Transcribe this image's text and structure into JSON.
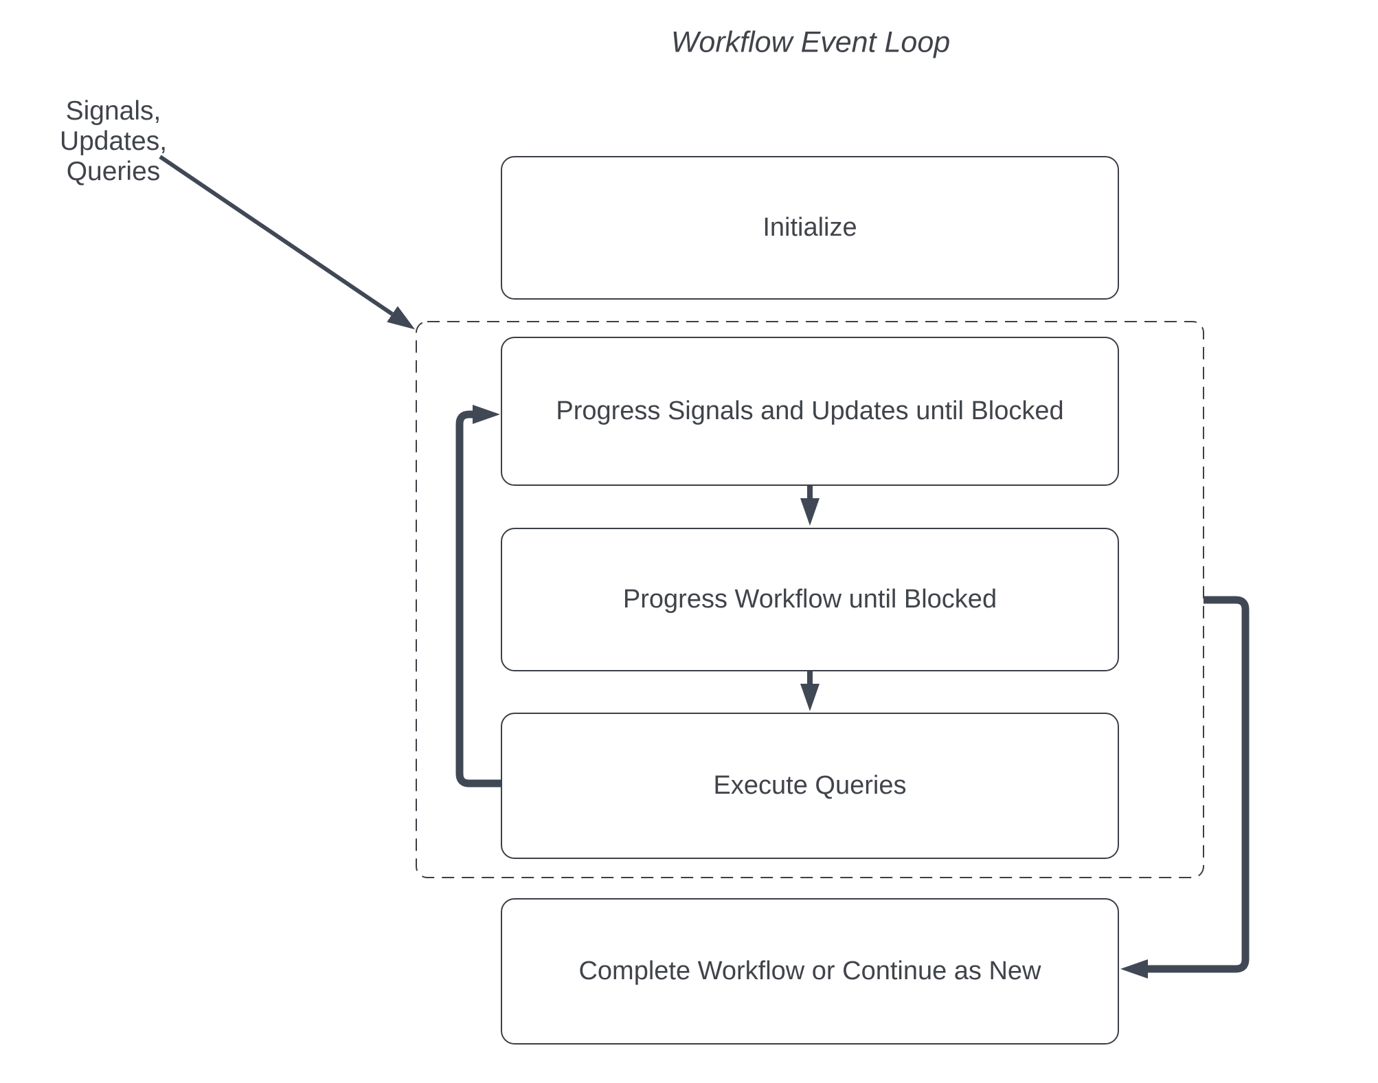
{
  "diagram": {
    "title": "Workflow Event Loop",
    "external_input_label": {
      "line1": "Signals, Updates,",
      "line2": "Queries"
    },
    "nodes": {
      "initialize": "Initialize",
      "progress_signals": "Progress Signals and Updates until Blocked",
      "progress_workflow": "Progress Workflow until Blocked",
      "execute_queries": "Execute Queries",
      "complete_workflow": "Complete Workflow or Continue as New"
    },
    "colors": {
      "background": "#ffffff",
      "text": "#40444a",
      "node_border": "#3b3f46",
      "arrow": "#414855"
    }
  }
}
